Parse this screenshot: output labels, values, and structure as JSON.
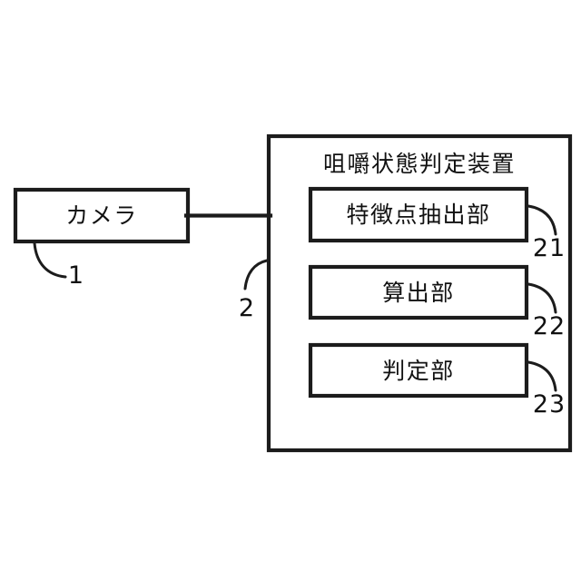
{
  "figure": {
    "type": "patent-block-diagram",
    "background_color": "#ffffff",
    "line_color": "#1c1c1c",
    "text_color": "#111111"
  },
  "camera_block": {
    "label": "カメラ",
    "reference_number": "1"
  },
  "device_block": {
    "title": "咀嚼状態判定装置",
    "reference_number": "2",
    "units": [
      {
        "label": "特徴点抽出部",
        "reference_number": "21"
      },
      {
        "label": "算出部",
        "reference_number": "22"
      },
      {
        "label": "判定部",
        "reference_number": "23"
      }
    ]
  },
  "connector": {
    "name": "camera-to-device-link"
  }
}
